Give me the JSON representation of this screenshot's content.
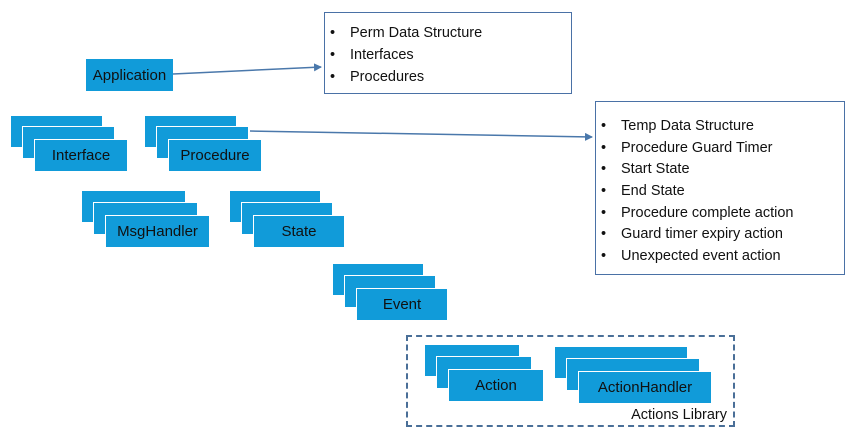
{
  "application": {
    "label": "Application"
  },
  "app_details": {
    "items": [
      "Perm Data Structure",
      "Interfaces",
      "Procedures"
    ]
  },
  "procedure_details": {
    "items": [
      "Temp Data Structure",
      "Procedure Guard Timer",
      "Start State",
      "End State",
      "Procedure complete action",
      "Guard timer expiry action",
      "Unexpected event action"
    ]
  },
  "stacks": {
    "interface": "Interface",
    "procedure": "Procedure",
    "msghandler": "MsgHandler",
    "state": "State",
    "event": "Event",
    "action": "Action",
    "actionhandler": "ActionHandler"
  },
  "actions_library": {
    "label": "Actions Library"
  },
  "colors": {
    "box_fill": "#119bd9",
    "border": "#4a71a6",
    "arrow": "#4a78ab"
  }
}
